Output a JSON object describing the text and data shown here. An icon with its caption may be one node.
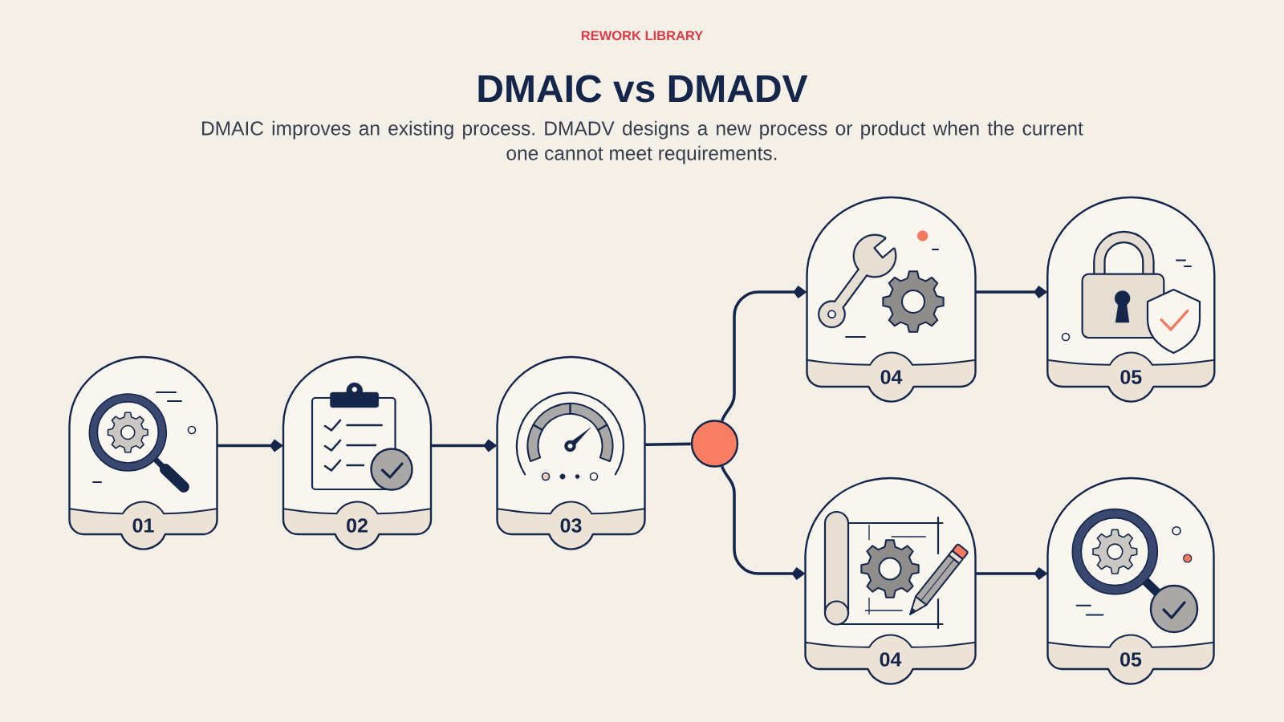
{
  "diagram": {
    "title": "DMAIC vs DMADV",
    "nodes": [
      {
        "text": [
          "01"
        ]
      },
      {
        "text": [
          "02"
        ]
      },
      {
        "text": [
          "03"
        ]
      },
      {
        "text": [],
        "shape": "circle"
      },
      {
        "text": [
          "04"
        ]
      },
      {
        "text": [
          "05"
        ]
      },
      {
        "text": [
          "04"
        ]
      },
      {
        "text": [
          "05"
        ]
      }
    ],
    "edges": [
      {
        "from": 0,
        "to": 1,
        "arrow": "to"
      },
      {
        "from": 1,
        "to": 2,
        "arrow": "to"
      },
      {
        "from": 2,
        "to": 3,
        "arrow": "none"
      },
      {
        "from": 3,
        "to": 4,
        "arrow": "to"
      },
      {
        "from": 3,
        "to": 6,
        "arrow": "to"
      },
      {
        "from": 4,
        "to": 5,
        "arrow": "to"
      },
      {
        "from": 6,
        "to": 7,
        "arrow": "to"
      }
    ],
    "labels": [
      "REWORK LIBRARY",
      "DMAIC improves an existing process. DMADV designs a new process or product when the current one cannot meet requirements."
    ]
  }
}
